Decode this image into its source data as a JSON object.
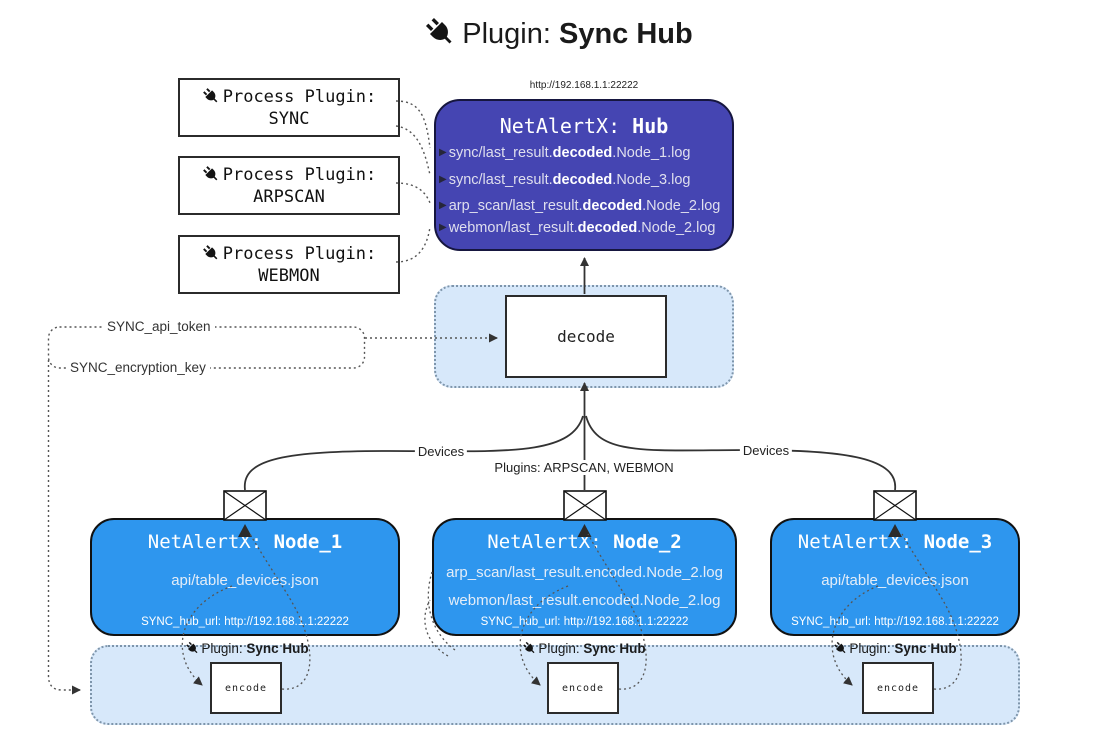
{
  "title": {
    "prefix": "Plugin: ",
    "bold": "Sync Hub"
  },
  "hub": {
    "url": "http://192.168.1.1:22222",
    "title_prefix": "NetAlertX: ",
    "title_bold": "Hub",
    "lines": [
      {
        "pre": "sync/last_result.",
        "bold": "decoded",
        "post": ".Node_1.log"
      },
      {
        "pre": "sync/last_result.",
        "bold": "decoded",
        "post": ".Node_3.log"
      },
      {
        "pre": "arp_scan/last_result.",
        "bold": "decoded",
        "post": ".Node_2.log"
      },
      {
        "pre": "webmon/last_result.",
        "bold": "decoded",
        "post": ".Node_2.log"
      }
    ]
  },
  "process_plugins": [
    {
      "label": "Process Plugin:",
      "name": "SYNC"
    },
    {
      "label": "Process Plugin:",
      "name": "ARPSCAN"
    },
    {
      "label": "Process Plugin:",
      "name": "WEBMON"
    }
  ],
  "decode": {
    "label": "decode"
  },
  "tokens": {
    "api_token": "SYNC_api_token",
    "encryption_key": "SYNC_encryption_key"
  },
  "edges": {
    "devices_left": "Devices",
    "plugins_mid": "Plugins: ARPSCAN, WEBMON",
    "devices_right": "Devices"
  },
  "nodes": [
    {
      "title_prefix": "NetAlertX: ",
      "title_bold": "Node_1",
      "files": [
        "api/table_devices.json"
      ],
      "hub_url": "SYNC_hub_url: http://192.168.1.1:22222"
    },
    {
      "title_prefix": "NetAlertX: ",
      "title_bold": "Node_2",
      "files": [
        "arp_scan/last_result.encoded.Node_2.log",
        "webmon/last_result.encoded.Node_2.log"
      ],
      "hub_url": "SYNC_hub_url: http://192.168.1.1:22222"
    },
    {
      "title_prefix": "NetAlertX: ",
      "title_bold": "Node_3",
      "files": [
        "api/table_devices.json"
      ],
      "hub_url": "SYNC_hub_url: http://192.168.1.1:22222"
    }
  ],
  "encoders": [
    {
      "label_prefix": "Plugin: ",
      "label_bold": "Sync Hub",
      "box": "encode"
    },
    {
      "label_prefix": "Plugin: ",
      "label_bold": "Sync Hub",
      "box": "encode"
    },
    {
      "label_prefix": "Plugin: ",
      "label_bold": "Sync Hub",
      "box": "encode"
    }
  ],
  "icons": {
    "line_marker": "▶"
  },
  "colors": {
    "hub_fill": "#4545b2",
    "node_fill": "#2e96ee",
    "container_fill": "#d7e8fa",
    "border_dark": "#111111"
  }
}
